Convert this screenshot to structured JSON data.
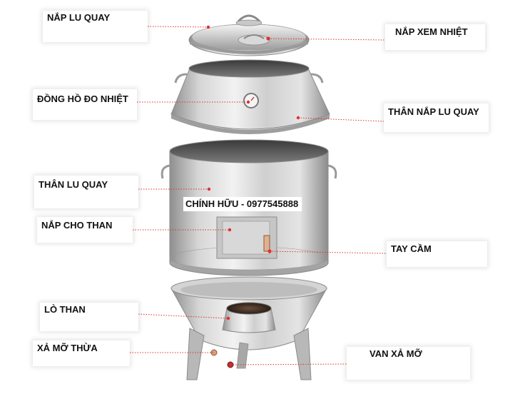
{
  "labels": {
    "nap_lu_quay": "NẮP LU QUAY",
    "nap_xem_nhiet": "NẮP XEM NHIỆT",
    "dong_ho_do_nhiet": "ĐỒNG HỒ ĐO NHIỆT",
    "than_nap_lu_quay": "THÂN NẮP LU QUAY",
    "than_lu_quay": "THÂN LU QUAY",
    "nap_cho_than": "NẮP CHO THAN",
    "tay_cam": "TAY CẦM",
    "lo_than": "LÒ THAN",
    "xa_mo_thua": "XẢ MỠ THỪA",
    "van_xa_mo": "VAN XẢ MỠ"
  },
  "watermark": "CHÍNH HỮU - 0977545888",
  "colors": {
    "leader_line": "#e03030",
    "steel_light": "#e8e8e8",
    "steel_mid": "#b8b8b8",
    "steel_dark": "#8a8a8a"
  }
}
